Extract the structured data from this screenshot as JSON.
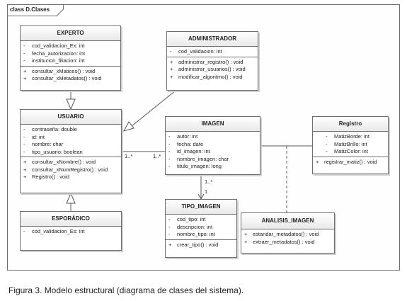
{
  "frame": {
    "label": "class D.Clases"
  },
  "classes": {
    "experto": {
      "name": "EXPERTO",
      "attributes": [
        {
          "vis": "-",
          "text": "cod_validacion_Ex: int"
        },
        {
          "vis": "-",
          "text": "fecha_autorizacion: int"
        },
        {
          "vis": "-",
          "text": "institucion_filiacion: int"
        }
      ],
      "operations": [
        {
          "vis": "+",
          "text": "consultar_xMatices() : void"
        },
        {
          "vis": "+",
          "text": "consultar_xMetadatos() : void"
        }
      ]
    },
    "administrador": {
      "name": "ADMINISTRADOR",
      "attributes": [
        {
          "vis": "-",
          "text": "cod_validacion: int"
        }
      ],
      "operations": [
        {
          "vis": "+",
          "text": "administrar_registro() : void"
        },
        {
          "vis": "+",
          "text": "administrar_usuarios() : void"
        },
        {
          "vis": "+",
          "text": "modificar_algoritmo() : void"
        }
      ]
    },
    "usuario": {
      "name": "USUARIO",
      "attributes": [
        {
          "vis": "-",
          "text": "contraseña: double"
        },
        {
          "vis": "-",
          "text": "id: int"
        },
        {
          "vis": "-",
          "text": "nombre: char"
        },
        {
          "vis": "-",
          "text": "tipo_usuario: boolean"
        }
      ],
      "operations": [
        {
          "vis": "+",
          "text": "consultar_xNombre() : void"
        },
        {
          "vis": "+",
          "text": "consultar_xNumRegistro() : void"
        },
        {
          "vis": "+",
          "text": "Registro() : void"
        }
      ]
    },
    "imagen": {
      "name": "IMAGEN",
      "attributes": [
        {
          "vis": "-",
          "text": "autor: int"
        },
        {
          "vis": "-",
          "text": "fecha: date"
        },
        {
          "vis": "-",
          "text": "id_imagen: int"
        },
        {
          "vis": "-",
          "text": "nombre_imagen: char"
        },
        {
          "vis": "-",
          "text": "titulo_imagen: long"
        }
      ]
    },
    "registro": {
      "name": "Registro",
      "attributes": [
        {
          "vis": "-",
          "text": "MatizBorde: int"
        },
        {
          "vis": "-",
          "text": "MatizBrillo: int"
        },
        {
          "vis": "-",
          "text": "MatizColor: int"
        }
      ],
      "operations": [
        {
          "vis": "+",
          "text": "registrar_matiz() : void"
        }
      ]
    },
    "esporadico": {
      "name": "ESPORÁDICO",
      "attributes": [
        {
          "vis": "-",
          "text": "cod_validacion_Es: int"
        }
      ]
    },
    "tipo_imagen": {
      "name": "TIPO_IMAGEN",
      "attributes": [
        {
          "vis": "-",
          "text": "cod_tipo: int"
        },
        {
          "vis": "-",
          "text": "descripcion: int"
        },
        {
          "vis": "-",
          "text": "nombre_tipo: int"
        }
      ],
      "operations": [
        {
          "vis": "+",
          "text": "crear_tipo() : void"
        }
      ]
    },
    "analisis_imagen": {
      "name": "ANALISIS_IMAGEN",
      "operations": [
        {
          "vis": "+",
          "text": "estandar_metadatos() : void"
        },
        {
          "vis": "+",
          "text": "extraer_metadatos() : void"
        }
      ]
    }
  },
  "multiplicities": {
    "usuario_imagen_left": "1..*",
    "usuario_imagen_right": "1..*",
    "imagen_tipo_top": "1..*",
    "imagen_tipo_bottom": "1"
  },
  "caption": "Figura 3. Modelo estructural (diagrama de clases del sistema)."
}
